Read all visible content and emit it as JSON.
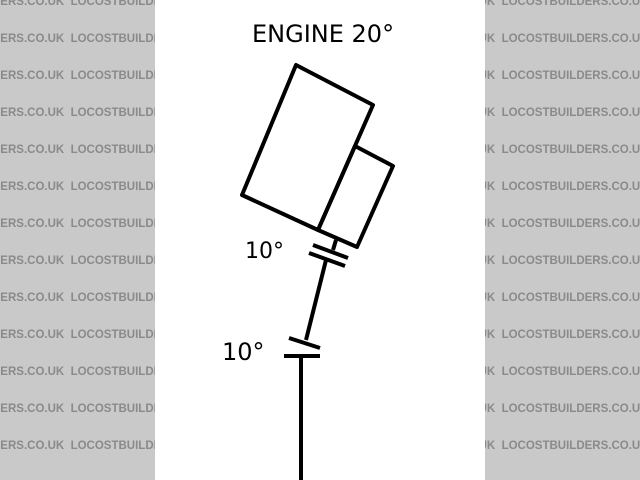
{
  "watermark": {
    "text": "LOCOSTBUILDERS.CO.UK",
    "partial_left": "DERS.CO.UK",
    "background": "#c9c9c9",
    "text_color": "#8a8a8a",
    "rows": 13
  },
  "diagram": {
    "title": "ENGINE 20°",
    "labels": [
      {
        "id": "upper-angle",
        "text": "10°"
      },
      {
        "id": "lower-angle",
        "text": "10°"
      }
    ],
    "parts": [
      "engine-block",
      "gearbox",
      "upper-universal-joint",
      "propshaft",
      "lower-universal-joint",
      "output-shaft"
    ]
  }
}
